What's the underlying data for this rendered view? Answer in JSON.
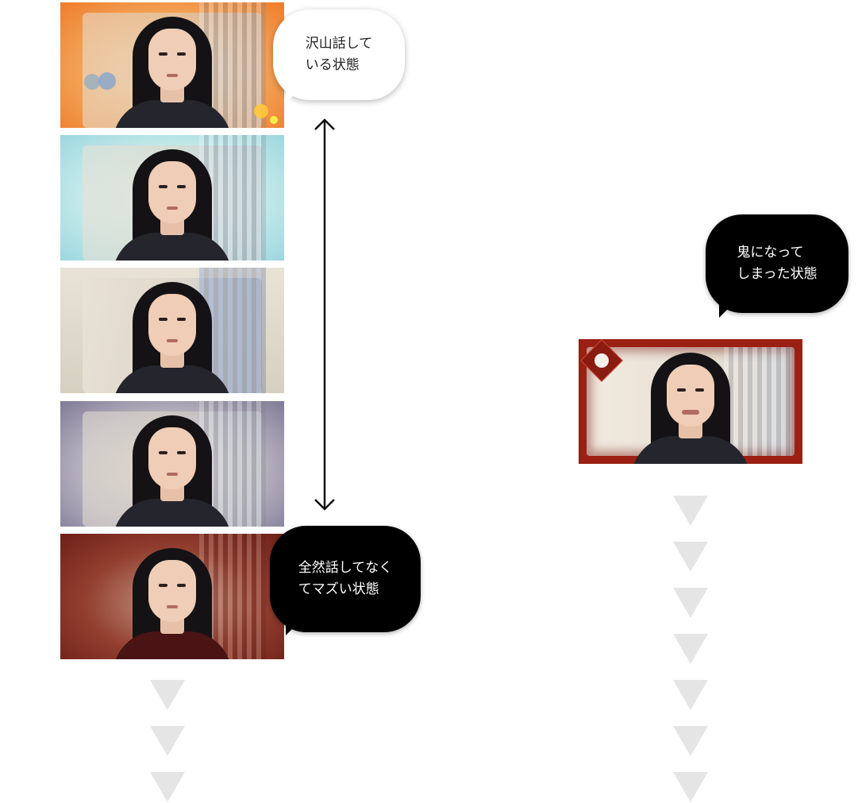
{
  "diagram": {
    "top_bubble": "沢山話して\nいる状態",
    "bottom_bubble": "全然話してなく\nてマズい状態",
    "right_bubble": "鬼になって\nしまった状態",
    "frames": [
      {
        "label": "frame-excited",
        "bg": "#f08a3a"
      },
      {
        "label": "frame-calm",
        "bg": "#aedfe6"
      },
      {
        "label": "frame-neutral",
        "bg": "#d9d2c4"
      },
      {
        "label": "frame-gloomy",
        "bg": "#8e8aa2"
      },
      {
        "label": "frame-bad",
        "bg": "#7a2a22"
      },
      {
        "label": "frame-demon",
        "bg": "#9b1f12"
      }
    ],
    "colors": {
      "arrow": "#111111",
      "down_arrow": "#e5e5e5",
      "demon_border": "#9b1f12"
    },
    "icons": [
      "double-headed-arrow-icon",
      "down-triangle-icon",
      "oni-mask-icon"
    ]
  }
}
